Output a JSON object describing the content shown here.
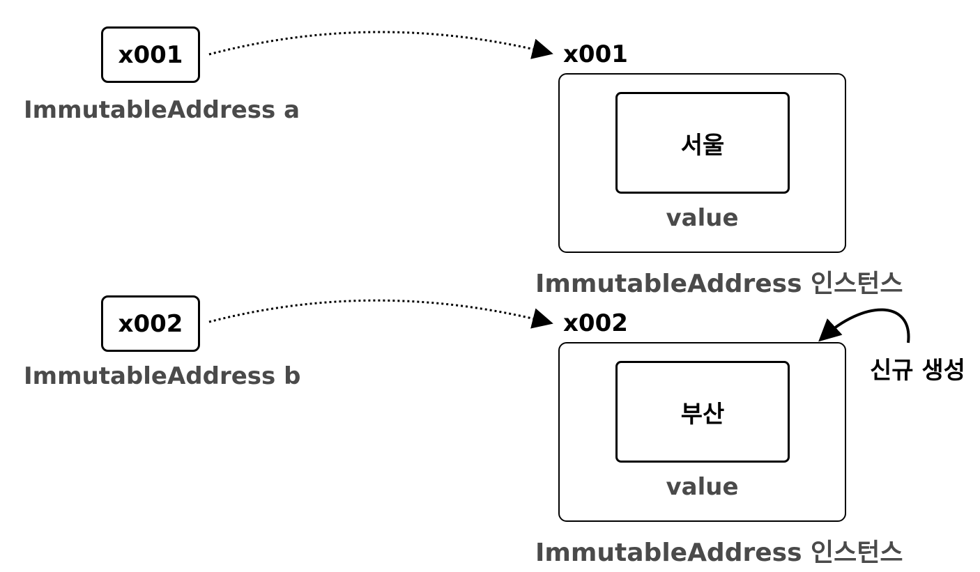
{
  "references": [
    {
      "address": "x001",
      "variable": "ImmutableAddress a"
    },
    {
      "address": "x002",
      "variable": "ImmutableAddress b"
    }
  ],
  "instances": [
    {
      "address": "x001",
      "value": "서울",
      "value_label": "value",
      "label": "ImmutableAddress 인스턴스"
    },
    {
      "address": "x002",
      "value": "부산",
      "value_label": "value",
      "label": "ImmutableAddress 인스턴스"
    }
  ],
  "annotation": {
    "text": "신규 생성"
  }
}
